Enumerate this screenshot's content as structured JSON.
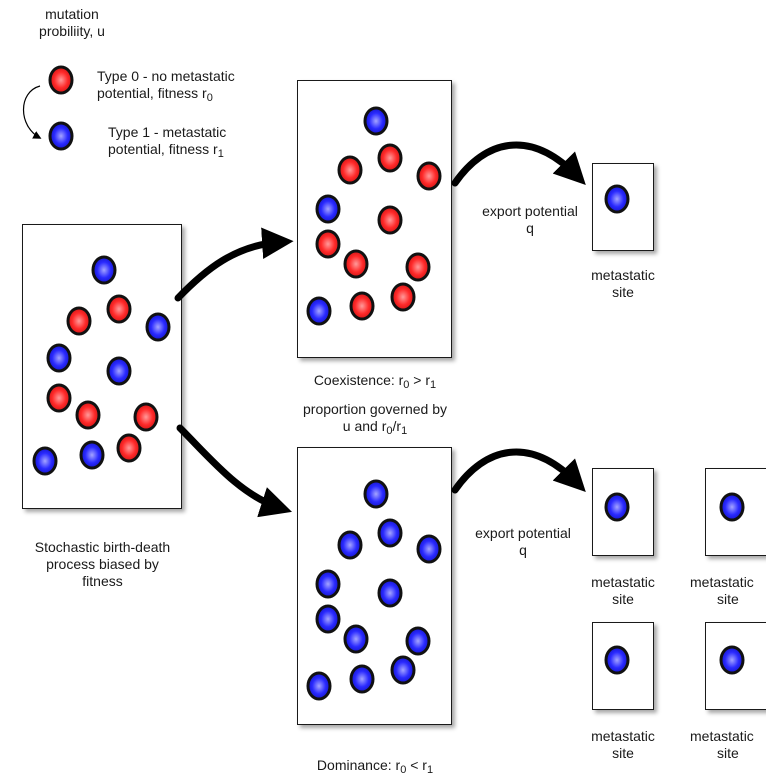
{
  "legend": {
    "mutation_line1": "mutation",
    "mutation_line2": "probiliity, u",
    "type0_line1": "Type 0 - no metastatic",
    "type0_line2_prefix": "potential, fitness r",
    "type0_sub": "0",
    "type1_line1": "Type 1 - metastatic",
    "type1_line2_prefix": "potential, fitness r",
    "type1_sub": "1"
  },
  "primary": {
    "caption_line1": "Stochastic birth-death",
    "caption_line2": "process biased by",
    "caption_line3": "fitness"
  },
  "coexistence": {
    "label_prefix": "Coexistence: r",
    "sub_a": "0",
    "label_mid": " > r",
    "sub_b": "1",
    "prop_line1": "proportion governed by",
    "prop_line2_prefix": "u and r",
    "prop_sub_a": "0",
    "prop_mid": "/r",
    "prop_sub_b": "1"
  },
  "dominance": {
    "label_prefix": "Dominance: r",
    "sub_a": "0",
    "label_mid": " < r",
    "sub_b": "1"
  },
  "export_top": {
    "line1": "export potential",
    "line2": "q"
  },
  "export_bottom": {
    "line1": "export potential",
    "line2": "q"
  },
  "site_label_line1": "metastatic",
  "site_label_line2": "site",
  "site_label_cut": "metastatic",
  "colors": {
    "type0": "#ff2a2a",
    "type1": "#2a2aff",
    "outline": "#111111"
  }
}
